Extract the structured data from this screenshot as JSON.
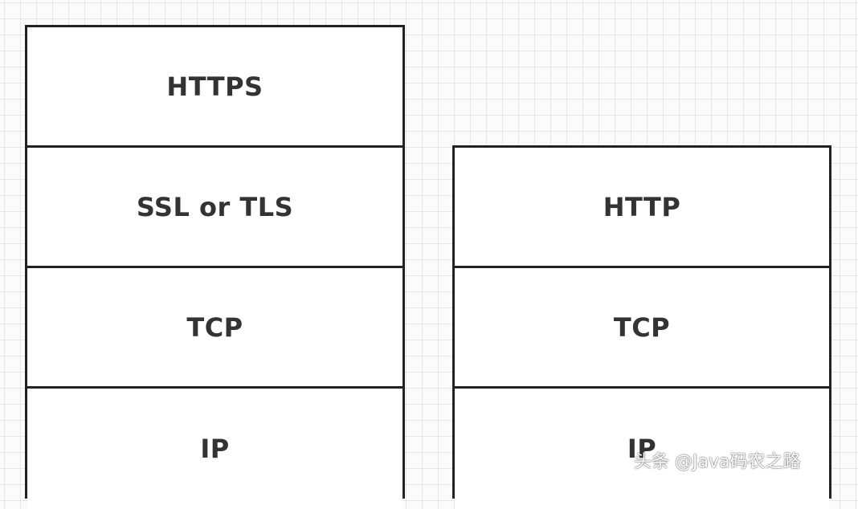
{
  "left_stack": {
    "layers": [
      "HTTPS",
      "SSL or TLS",
      "TCP",
      "IP"
    ]
  },
  "right_stack": {
    "layers": [
      "HTTP",
      "TCP",
      "IP"
    ]
  },
  "watermark": {
    "text": "头条 @Java码农之路"
  }
}
